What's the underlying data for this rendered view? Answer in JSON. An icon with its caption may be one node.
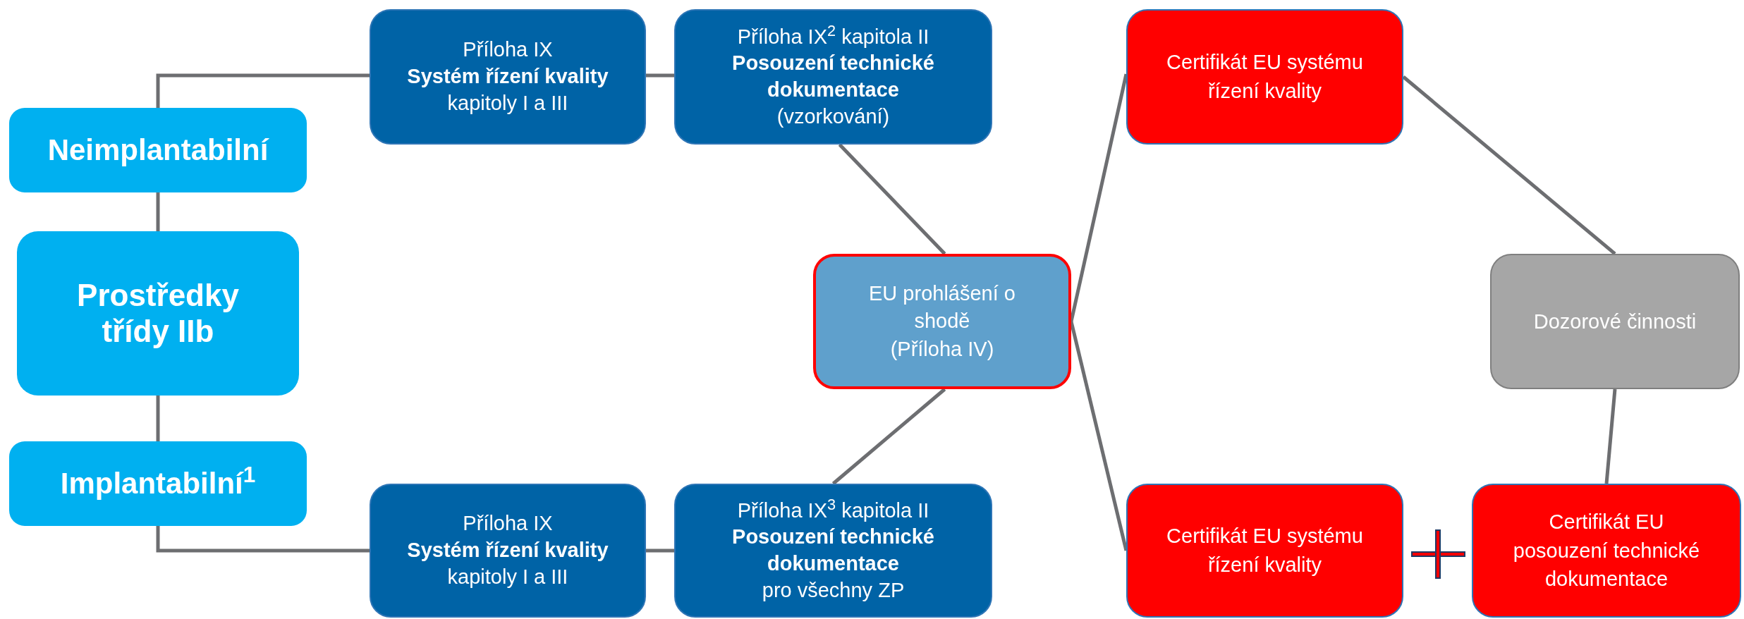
{
  "diagram": {
    "nodes": [
      {
        "text": [
          "Neimplantabilní"
        ]
      },
      {
        "text": [
          "Prostředky třídy IIb"
        ]
      },
      {
        "text": [
          "Implantabilní$^{1}$"
        ]
      },
      {
        "text": [
          "Příloha IX",
          "Systém řízení kvality",
          "kapitoly I a III"
        ]
      },
      {
        "text": [
          "Příloha IX$^{2}$ kapitola II",
          "Posouzení technické dokumentace",
          "(vzorkování)"
        ]
      },
      {
        "text": [
          "Příloha IX",
          "Systém řízení kvality",
          "kapitoly I a III"
        ]
      },
      {
        "text": [
          "Příloha IX$^{3}$ kapitola II",
          "Posouzení technické dokumentace",
          "pro všechny ZP"
        ]
      },
      {
        "text": [
          "EU prohlášení o shodě",
          "(Příloha IV)"
        ]
      },
      {
        "text": [
          "Certifikát EU systému řízení kvality"
        ]
      },
      {
        "text": [
          "Certifikát EU systému řízení kvality"
        ]
      },
      {
        "text": [
          "Dozorové činnosti"
        ]
      },
      {
        "text": [
          "Certifikát EU posouzení technické dokumentace"
        ]
      }
    ],
    "edges": [
      {
        "from": 1,
        "to": 0,
        "arrow": "none"
      },
      {
        "from": 1,
        "to": 2,
        "arrow": "none"
      },
      {
        "from": 0,
        "to": 3,
        "arrow": "none"
      },
      {
        "from": 2,
        "to": 5,
        "arrow": "none"
      },
      {
        "from": 3,
        "to": 4,
        "arrow": "none"
      },
      {
        "from": 5,
        "to": 6,
        "arrow": "none"
      },
      {
        "from": 4,
        "to": 7,
        "arrow": "none"
      },
      {
        "from": 6,
        "to": 7,
        "arrow": "none"
      },
      {
        "from": 7,
        "to": 8,
        "arrow": "none"
      },
      {
        "from": 7,
        "to": 9,
        "arrow": "none"
      },
      {
        "from": 8,
        "to": 10,
        "arrow": "none"
      },
      {
        "from": 10,
        "to": 11,
        "arrow": "none"
      }
    ]
  }
}
